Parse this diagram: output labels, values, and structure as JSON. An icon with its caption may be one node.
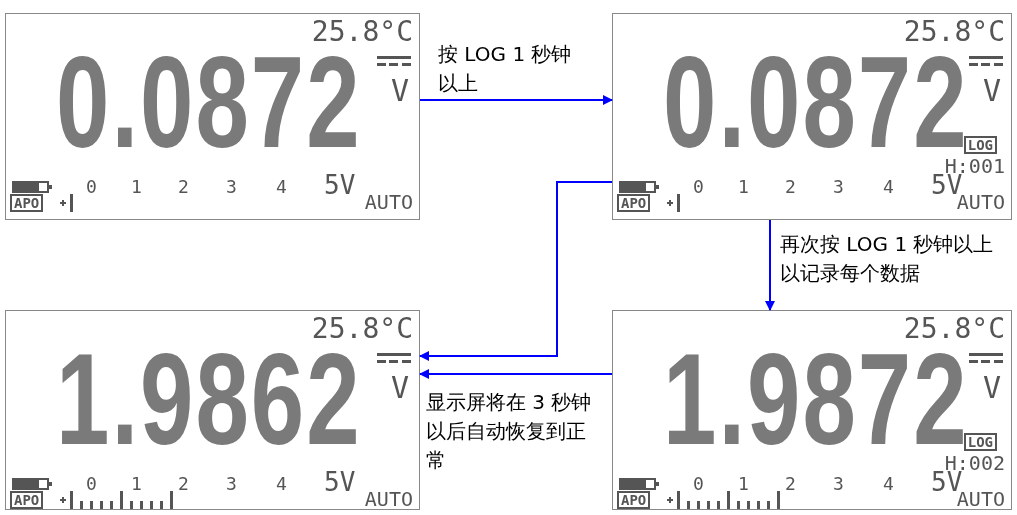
{
  "diagram": {
    "nodes": [
      {
        "text": [
          "25.8°C",
          "0.0872",
          "V",
          "0",
          "1",
          "2",
          "3",
          "4",
          "5V",
          "APO",
          "AUTO"
        ]
      },
      {
        "text": [
          "25.8°C",
          "0.0872",
          "V",
          "LOG",
          "H:001",
          "0",
          "1",
          "2",
          "3",
          "4",
          "5V",
          "APO",
          "AUTO"
        ]
      },
      {
        "text": [
          "25.8°C",
          "1.9862",
          "V",
          "0",
          "1",
          "2",
          "3",
          "4",
          "5V",
          "APO",
          "AUTO"
        ]
      },
      {
        "text": [
          "25.8°C",
          "1.9872",
          "V",
          "LOG",
          "H:002",
          "0",
          "1",
          "2",
          "3",
          "4",
          "5V",
          "APO",
          "AUTO"
        ]
      }
    ],
    "edges": [
      {
        "from": 0,
        "to": 1,
        "arrow": "to",
        "label": "按 LOG 1 秒钟以上"
      },
      {
        "from": 1,
        "to": 3,
        "arrow": "to",
        "label": "再次按 LOG 1 秒钟以上以记录每个数据"
      },
      {
        "from": 1,
        "to": 2,
        "arrow": "to"
      },
      {
        "from": 3,
        "to": 2,
        "arrow": "to"
      }
    ],
    "labels": [
      "显示屏将在 3 秒钟以后自动恢复到正常"
    ]
  }
}
